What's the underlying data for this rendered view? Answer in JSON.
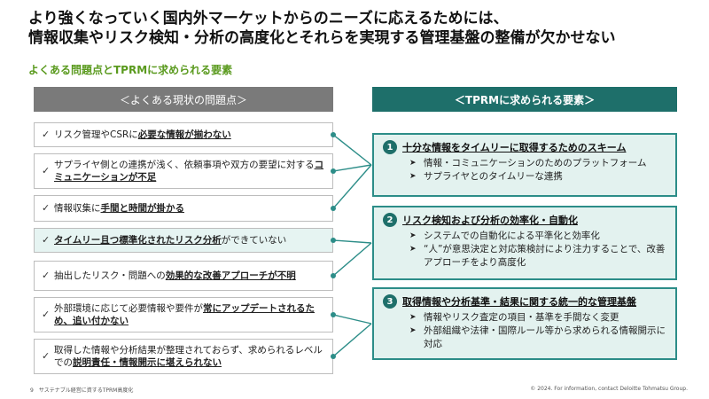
{
  "title": {
    "line1": "より強くなっていく国内外マーケットからのニーズに応えるためには、",
    "line2": "情報収集やリスク検知・分析の高度化とそれらを実現する管理基盤の整備が欠かせない"
  },
  "subtitle": "よくある問題点とTPRMに求められる要素",
  "left_header": "＜よくある現状の問題点＞",
  "right_header": "＜TPRMに求められる要素＞",
  "check_glyph": "✓",
  "arrow_glyph": "➤",
  "issues": [
    {
      "pre": "リスク管理やCSRに",
      "bold": "必要な情報が揃わない",
      "post": ""
    },
    {
      "pre": "サプライヤ側との連携が浅く、依頼事項や双方の要望に対する",
      "bold": "コミュニケーションが不足",
      "post": ""
    },
    {
      "pre": "情報収集に",
      "bold": "手間と時間が掛かる",
      "post": ""
    },
    {
      "pre": "",
      "bold": "タイムリー且つ標準化されたリスク分析",
      "post": "ができていない"
    },
    {
      "pre": "抽出したリスク・問題への",
      "bold": "効果的な改善アプローチが不明",
      "post": ""
    },
    {
      "pre": "外部環境に応じて必要情報や要件が",
      "bold": "常にアップデートされるため、追い付かない",
      "post": ""
    },
    {
      "pre": "取得した情報や分析結果が整理されておらず、求められるレベルでの",
      "bold": "説明責任・情報開示に堪えられない",
      "post": ""
    }
  ],
  "requirements": [
    {
      "num": "1",
      "title": "十分な情報をタイムリーに取得するためのスキーム",
      "bullets": [
        "情報・コミュニケーションのためのプラットフォーム",
        "サプライヤとのタイムリーな連携"
      ]
    },
    {
      "num": "2",
      "title": "リスク検知および分析の効率化・自動化",
      "bullets": [
        "システムでの自動化による平準化と効率化",
        "“人”が意思決定と対応策検討により注力することで、改善アプローチをより高度化"
      ]
    },
    {
      "num": "3",
      "title": "取得情報や分析基準・結果に関する統一的な管理基盤",
      "bullets": [
        "情報やリスク査定の項目・基準を手間なく変更",
        "外部組織や法律・国際ルール等から求められる情報開示に対応"
      ]
    }
  ],
  "footer": {
    "left": "9　サステナブル経営に資するTPRM高度化",
    "right": "© 2024. For information, contact Deloitte Tohmatsu Group."
  }
}
